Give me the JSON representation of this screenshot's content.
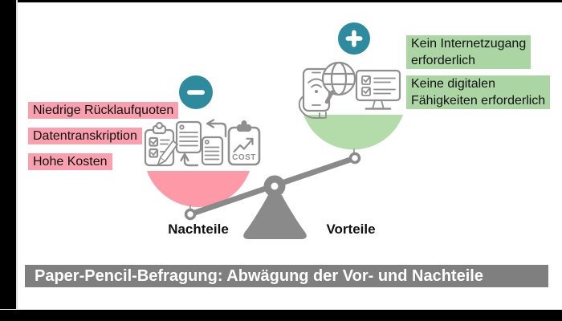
{
  "banner": {
    "title": "Paper-Pencil-Befragung: Abwägung der Vor- und Nachteile"
  },
  "scale": {
    "negative_label": "Nachteile",
    "positive_label": "Vorteile",
    "negative_items": [
      "Niedrige Rücklaufquoten",
      "Datentranskription",
      "Hohe Kosten"
    ],
    "positive_items": [
      {
        "lines": [
          "Kein Internetzugang",
          "erforderlich"
        ]
      },
      {
        "lines": [
          "Keine digitalen",
          "Fähigkeiten erforderlich"
        ]
      }
    ]
  },
  "icons": {
    "negative_side": [
      "checklist-pencil-icon",
      "data-transfer-documents-icon",
      "cost-clipboard-icon"
    ],
    "positive_side": [
      "phone-globe-internet-icon",
      "monitor-checklist-icon"
    ],
    "cost_label": "COST",
    "minus_badge": "minus-icon",
    "plus_badge": "plus-icon"
  },
  "colors": {
    "accent_teal": "#2e8a9d",
    "negative_pan_pink": "#fe9aa8",
    "negative_highlight_pink": "#fa9fae",
    "positive_pan_green": "#b3dcaa",
    "positive_highlight_green": "#abd6a4",
    "scale_gray": "#8a8a8a",
    "banner_gray": "#7f7f7f"
  }
}
